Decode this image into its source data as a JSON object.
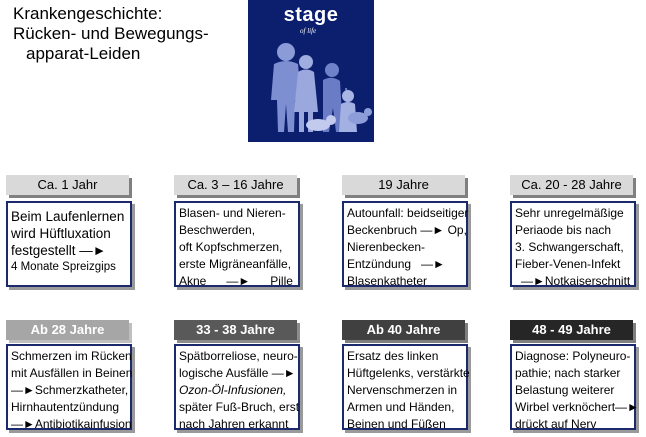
{
  "title": {
    "line1": "Krankengeschichte:",
    "line2": "Rücken- und Bewegungs-",
    "line3": "apparat-Leiden"
  },
  "logo": {
    "main": "stage",
    "sub": "of life",
    "background": "#0c1e6e"
  },
  "row1": [
    {
      "header": "Ca. 1 Jahr",
      "lines": [
        "Beim Laufenlernen",
        "wird Hüftluxation",
        "festgestellt  —►",
        "4 Monate Spreizgips"
      ]
    },
    {
      "header": "Ca. 3 – 16 Jahre",
      "lines": [
        "Blasen- und Nieren-",
        "Beschwerden,",
        "oft Kopfschmerzen,",
        "erste Migräneanfälle,",
        "Akne      —►      Pille"
      ]
    },
    {
      "header": "19 Jahre",
      "lines": [
        "Autounfall: beidseitiger",
        "Beckenbruch —► Op,",
        "Nierenbecken-",
        "Entzündung   —►",
        "Blasenkatheter"
      ]
    },
    {
      "header": "Ca. 20 - 28 Jahre",
      "lines": [
        "Sehr unregelmäßige",
        "Periaode bis nach",
        "3. Schwangerschaft,",
        "Fieber-Venen-Infekt",
        "—►Notkaiserschnitt"
      ]
    }
  ],
  "row2": [
    {
      "header": "Ab 28 Jahre",
      "lines": [
        "Schmerzen im Rücken",
        "mit Ausfällen in Beinen",
        "—►Schmerzkatheter,",
        "Hirnhautentzündung",
        "—►Antibiotikainfusion"
      ]
    },
    {
      "header": "33 - 38 Jahre",
      "lines": [
        "Spätborreliose, neuro-",
        "logische Ausfälle —►",
        "Ozon-Öl-Infusionen,",
        "später Fuß-Bruch, erst",
        "nach Jahren erkannt"
      ]
    },
    {
      "header": "Ab 40 Jahre",
      "lines": [
        "Ersatz des linken",
        "Hüftgelenks, verstärkte",
        "Nervenschmerzen in",
        "Armen und Händen,",
        "Beinen und Füßen"
      ]
    },
    {
      "header": "48 - 49 Jahre",
      "lines": [
        "Diagnose: Polyneuro-",
        "pathie; nach starker",
        "Belastung weiterer",
        "Wirbel verknöchert—►",
        "drückt auf Nerv"
      ]
    }
  ]
}
